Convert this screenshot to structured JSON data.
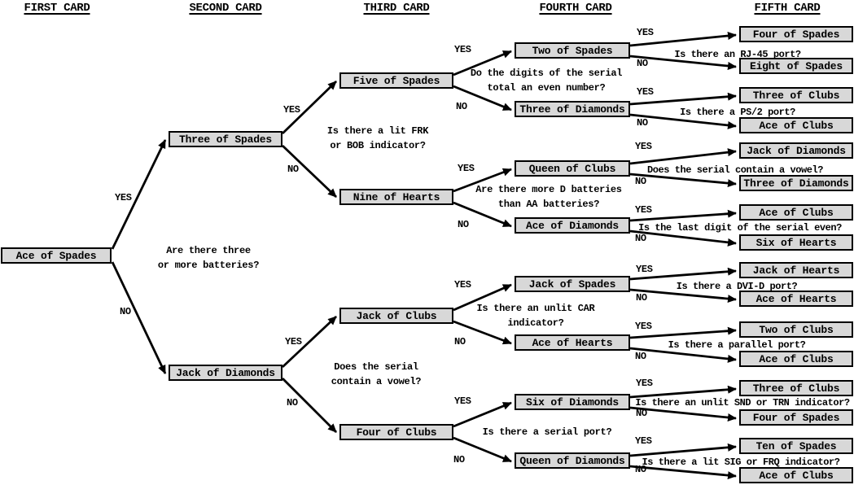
{
  "headers": [
    "FIRST CARD",
    "SECOND CARD",
    "THIRD CARD",
    "FOURTH CARD",
    "FIFTH CARD"
  ],
  "branch": {
    "yes": "YES",
    "no": "NO"
  },
  "colors": {
    "background": "#ffffff",
    "box_fill": "#d8d8d8",
    "box_border": "#000000",
    "edge": "#000000",
    "text": "#000000"
  },
  "boxes": [
    "Ace of Spades",
    "Three of Spades",
    "Jack of Diamonds",
    "Five of Spades",
    "Nine of Hearts",
    "Jack of Clubs",
    "Four of Clubs",
    "Two of Spades",
    "Three of Diamonds",
    "Queen of Clubs",
    "Ace of Diamonds",
    "Jack of Spades",
    "Ace of Hearts",
    "Six of Diamonds",
    "Queen of Diamonds",
    "Four of Spades",
    "Eight of Spades",
    "Three of Clubs",
    "Ace of Clubs",
    "Jack of Diamonds",
    "Three of Diamonds",
    "Ace of Clubs",
    "Six of Hearts",
    "Jack of Hearts",
    "Ace of Hearts",
    "Two of Clubs",
    "Ace of Clubs",
    "Three of Clubs",
    "Four of Spades",
    "Ten of Spades",
    "Ace of Clubs"
  ],
  "questions": {
    "root": [
      "Are there three",
      "or more batteries?"
    ],
    "three_of_spades": [
      "Is there a lit FRK",
      "or BOB indicator?"
    ],
    "jack_of_diamonds": [
      "Does the serial",
      "contain a vowel?"
    ],
    "five_of_spades": [
      "Do the digits of the serial",
      "total an even number?"
    ],
    "nine_of_hearts": [
      "Are there more D batteries",
      "than AA batteries?"
    ],
    "jack_of_clubs": [
      "Is there an unlit CAR",
      "indicator?"
    ],
    "four_of_clubs": [
      "Is there a serial port?"
    ],
    "two_of_spades": "Is there an RJ-45 port?",
    "three_of_diamonds": "Is there a PS/2 port?",
    "queen_of_clubs": "Does the serial contain a vowel?",
    "ace_of_diamonds": "Is the last digit of the serial even?",
    "jack_of_spades": "Is there a DVI-D port?",
    "ace_of_hearts": "Is there a parallel port?",
    "six_of_diamonds": "Is there an unlit SND or TRN indicator?",
    "queen_of_diamonds": "Is there a lit SIG or FRQ indicator?"
  }
}
